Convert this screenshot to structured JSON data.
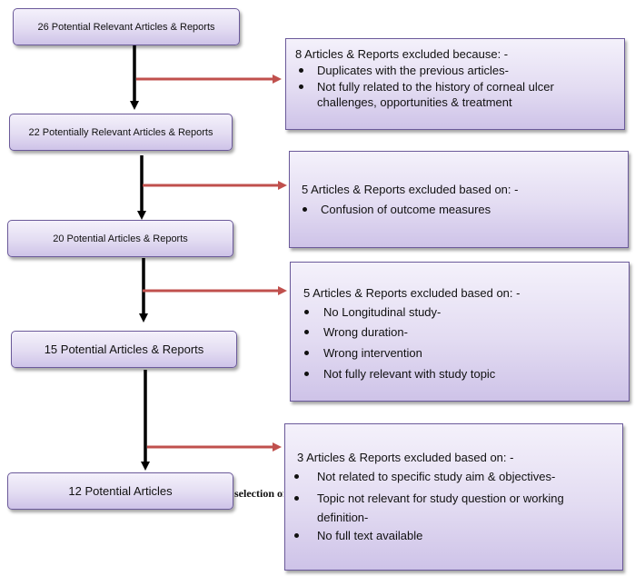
{
  "steps": {
    "s1": "26 Potential Relevant Articles & Reports",
    "s2": "22 Potentially Relevant Articles & Reports",
    "s3": "20 Potential Articles & Reports",
    "s4": "15 Potential  Articles  & Reports",
    "s5": "12 Potential  Articles"
  },
  "exclusions": {
    "e1": {
      "heading": "8 Articles & Reports excluded because: -",
      "items": [
        "Duplicates with the previous  articles-",
        "Not fully related to the history of corneal ulcer challenges, opportunities & treatment"
      ]
    },
    "e2": {
      "heading": "5 Articles & Reports excluded based on: -",
      "items": [
        "Confusion of outcome measures"
      ]
    },
    "e3": {
      "heading": "5 Articles & Reports excluded based on: -",
      "items": [
        "No Longitudinal  study-",
        "Wrong duration-",
        "Wrong intervention",
        "Not fully relevant with study topic"
      ]
    },
    "e4": {
      "heading": "3 Articles & Reports excluded based on: -",
      "items": [
        "Not related to specific study aim & objectives-",
        "Topic not relevant for study question or working definition-",
        "No full text available"
      ]
    }
  },
  "caption": "selection of",
  "colors": {
    "down_arrow": "#000000",
    "side_arrow": "#c0504d",
    "box_border": "#6b5a9a"
  }
}
